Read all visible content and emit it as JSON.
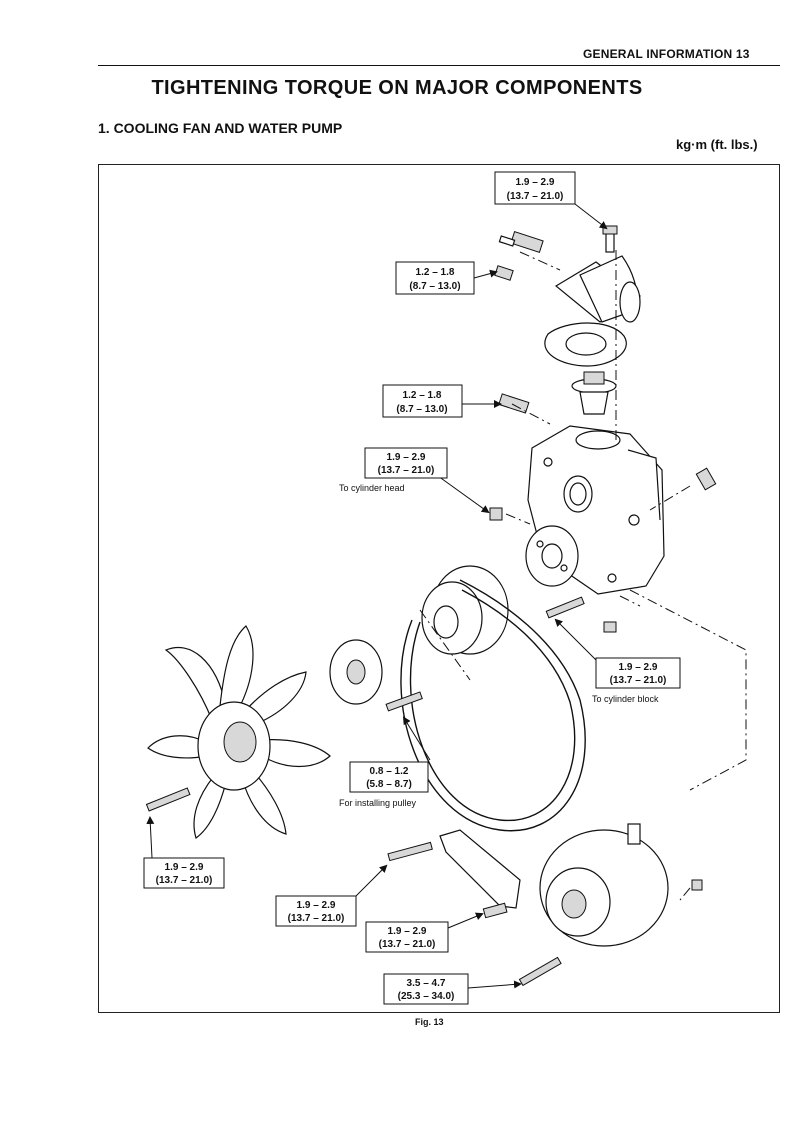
{
  "header": {
    "text": "GENERAL INFORMATION  13"
  },
  "title": "TIGHTENING TORQUE ON MAJOR COMPONENTS",
  "section": "1.  COOLING FAN AND WATER PUMP",
  "units": "kg·m (ft. lbs.)",
  "figure_caption": "Fig. 13",
  "torque_specs": [
    {
      "metric": "1.9 – 2.9",
      "imperial": "(13.7 – 21.0)",
      "note": ""
    },
    {
      "metric": "1.2 – 1.8",
      "imperial": "(8.7 – 13.0)",
      "note": ""
    },
    {
      "metric": "1.2 – 1.8",
      "imperial": "(8.7 – 13.0)",
      "note": ""
    },
    {
      "metric": "1.9 – 2.9",
      "imperial": "(13.7 – 21.0)",
      "note": "To cylinder head"
    },
    {
      "metric": "1.9 – 2.9",
      "imperial": "(13.7 – 21.0)",
      "note": "To cylinder block"
    },
    {
      "metric": "0.8 – 1.2",
      "imperial": "(5.8 – 8.7)",
      "note": "For installing pulley"
    },
    {
      "metric": "1.9 – 2.9",
      "imperial": "(13.7 – 21.0)",
      "note": ""
    },
    {
      "metric": "1.9 – 2.9",
      "imperial": "(13.7 – 21.0)",
      "note": ""
    },
    {
      "metric": "1.9 – 2.9",
      "imperial": "(13.7 – 21.0)",
      "note": ""
    },
    {
      "metric": "3.5 – 4.7",
      "imperial": "(25.3 – 34.0)",
      "note": ""
    }
  ]
}
